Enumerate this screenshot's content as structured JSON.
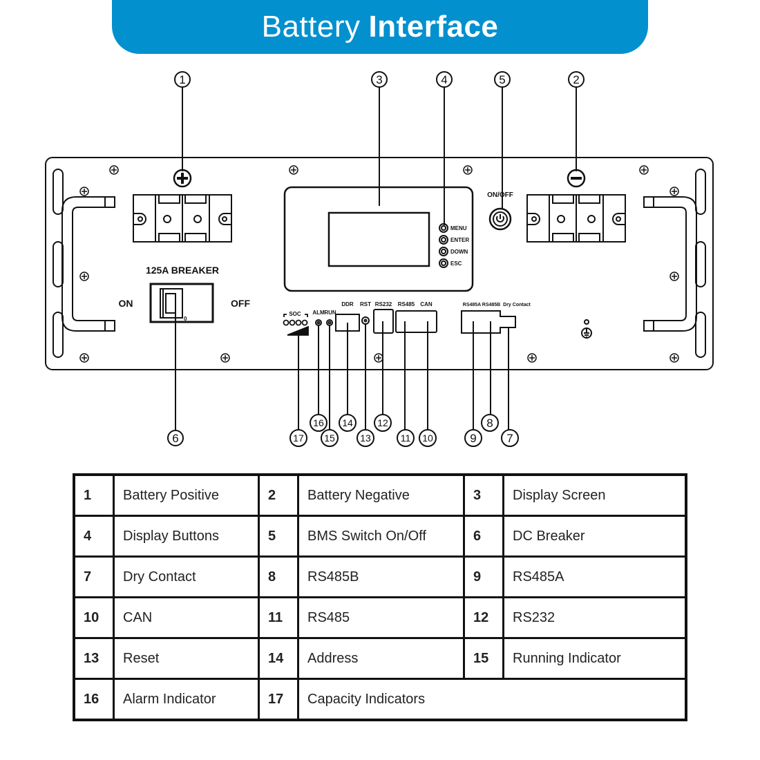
{
  "header": {
    "title_light": "Battery",
    "title_bold": "Interface",
    "background_color": "#0290cf"
  },
  "diagram": {
    "breaker_label": "125A BREAKER",
    "breaker_on": "ON",
    "breaker_off": "OFF",
    "breaker_zero": "0",
    "power_label": "ON/OFF",
    "display_buttons": [
      "MENU",
      "ENTER",
      "DOWN",
      "ESC"
    ],
    "port_labels": {
      "soc": "SOC",
      "alm": "ALM",
      "run": "RUN",
      "ddr": "DDR",
      "rst": "RST",
      "rs232": "RS232",
      "rs485": "RS485",
      "can": "CAN",
      "rs485a": "RS485A",
      "rs485b": "RS485B",
      "dry_contact": "Dry Contact"
    },
    "positive_symbol": "+",
    "negative_symbol": "−",
    "callouts": [
      "1",
      "2",
      "3",
      "4",
      "5",
      "6",
      "7",
      "8",
      "9",
      "10",
      "11",
      "12",
      "13",
      "14",
      "15",
      "16",
      "17"
    ]
  },
  "legend": {
    "rows": [
      [
        {
          "num": "1",
          "desc": "Battery Positive"
        },
        {
          "num": "2",
          "desc": "Battery Negative"
        },
        {
          "num": "3",
          "desc": "Display Screen"
        }
      ],
      [
        {
          "num": "4",
          "desc": "Display Buttons"
        },
        {
          "num": "5",
          "desc": "BMS Switch On/Off"
        },
        {
          "num": "6",
          "desc": "DC Breaker"
        }
      ],
      [
        {
          "num": "7",
          "desc": "Dry Contact"
        },
        {
          "num": "8",
          "desc": "RS485B"
        },
        {
          "num": "9",
          "desc": "RS485A"
        }
      ],
      [
        {
          "num": "10",
          "desc": "CAN"
        },
        {
          "num": "11",
          "desc": "RS485"
        },
        {
          "num": "12",
          "desc": "RS232"
        }
      ],
      [
        {
          "num": "13",
          "desc": "Reset"
        },
        {
          "num": "14",
          "desc": "Address"
        },
        {
          "num": "15",
          "desc": "Running Indicator"
        }
      ],
      [
        {
          "num": "16",
          "desc": "Alarm Indicator"
        },
        {
          "num": "17",
          "desc": "Capacity Indicators"
        }
      ]
    ]
  }
}
